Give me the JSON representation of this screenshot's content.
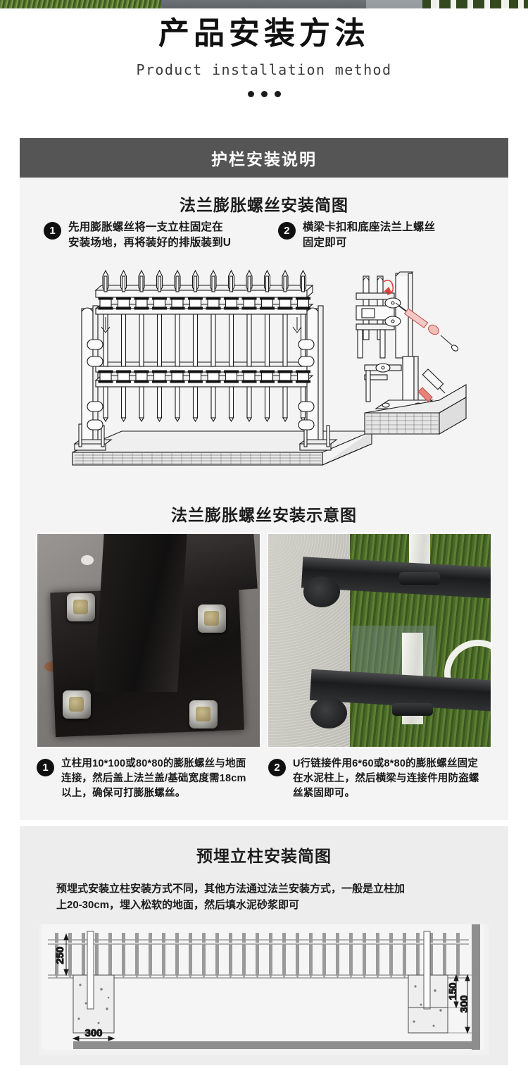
{
  "page": {
    "title_cn": "产品安装方法",
    "title_en": "Product installation method",
    "background": "#ffffff",
    "accent_dark": "#555556",
    "panel_bg_1": "#f4f4f4",
    "panel_bg_2": "#ededed",
    "badge_color": "#101010",
    "text_color": "#1a1a1a"
  },
  "header_photo": {
    "description": "grass-wall-fence-strip"
  },
  "panel_flange": {
    "head": "护栏安装说明",
    "diagram_title": "法兰膨胀螺丝安装简图",
    "steps": [
      {
        "number": "1",
        "text": "先用膨胀螺丝将一支立柱固定在\n安装场地，再将装好的排版装到U"
      },
      {
        "number": "2",
        "text": "横梁卡扣和底座法兰上螺丝\n固定即可"
      }
    ],
    "photo_title": "法兰膨胀螺丝安装示意图",
    "photos": [
      {
        "alt": "法兰底座膨胀螺丝实拍"
      },
      {
        "alt": "横梁连接件墙面固定实拍"
      }
    ],
    "photo_steps": [
      {
        "number": "1",
        "text": "立柱用10*100或80*80的膨胀螺丝与地面\n连接，然后盖上法兰盖/基础宽度需18cm\n以上，确保可打膨胀螺丝。"
      },
      {
        "number": "2",
        "text": "U行链接件用6*60或8*80的膨胀螺丝固定\n在水泥柱上，然后横梁与连接件用防盗螺\n丝紧固即可。"
      }
    ]
  },
  "panel_embed": {
    "title": "预埋立柱安装简图",
    "note": "预埋式安装立柱安装方式不同，其他方法通过法兰安装方式，一般是立柱加\n上20-30cm，埋入松软的地面，然后填水泥砂浆即可",
    "dimensions": {
      "height_above": "250",
      "footing_width": "300",
      "footing_inner": "150",
      "footing_depth": "300"
    }
  }
}
